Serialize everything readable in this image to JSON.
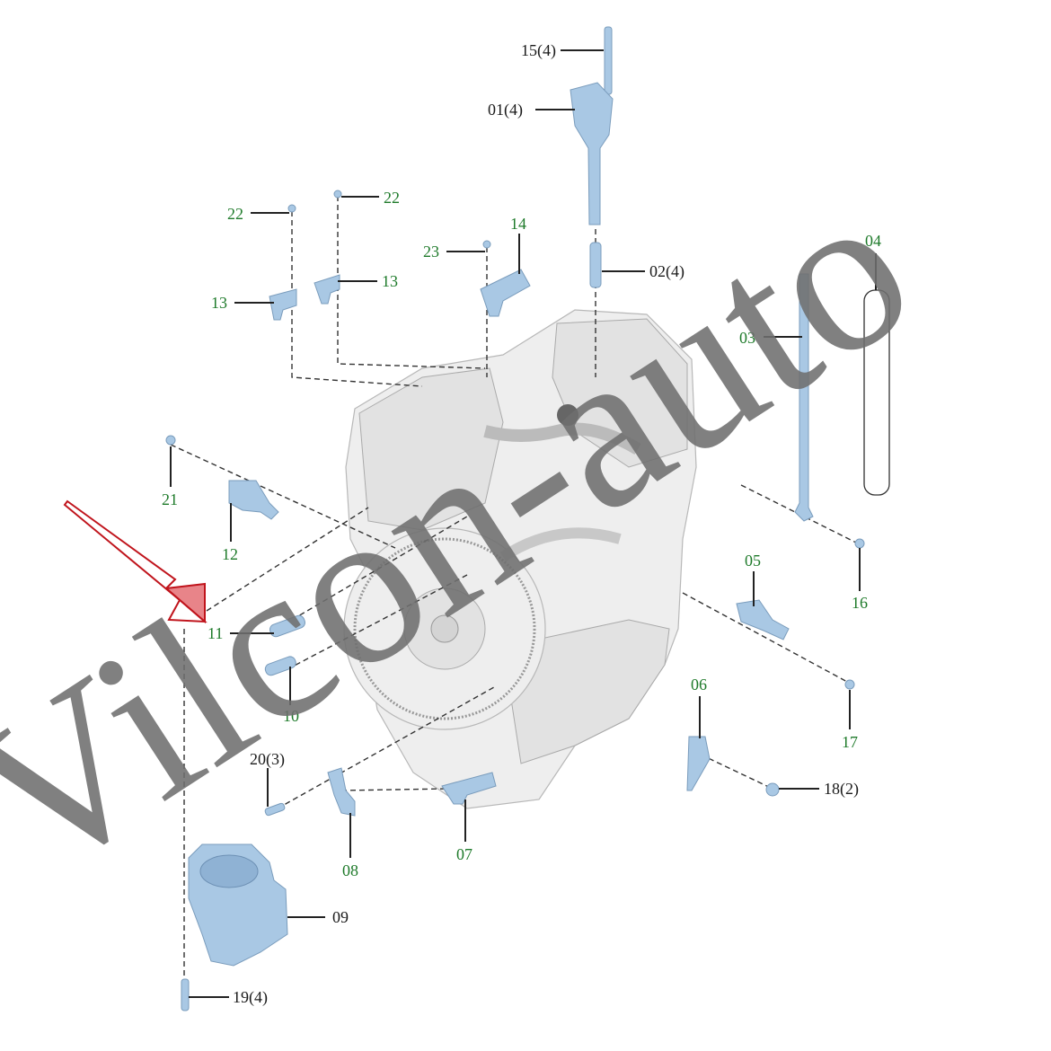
{
  "diagram": {
    "watermark": "Vilcon-auto",
    "colors": {
      "label_green": "#1e7a2a",
      "label_black": "#1a1a1a",
      "part_blue": "#a9c8e4",
      "arrow_red": "#c0141c"
    },
    "labels": {
      "p15": "15(4)",
      "p01": "01(4)",
      "p22a": "22",
      "p22b": "22",
      "p13a": "13",
      "p13b": "13",
      "p23": "23",
      "p14": "14",
      "p02": "02(4)",
      "p04": "04",
      "p03": "03",
      "p21": "21",
      "p12": "12",
      "p11": "11",
      "p10": "10",
      "p05": "05",
      "p16": "16",
      "p17": "17",
      "p06": "06",
      "p18": "18(2)",
      "p20": "20(3)",
      "p08": "08",
      "p07": "07",
      "p09": "09",
      "p19": "19(4)"
    }
  }
}
